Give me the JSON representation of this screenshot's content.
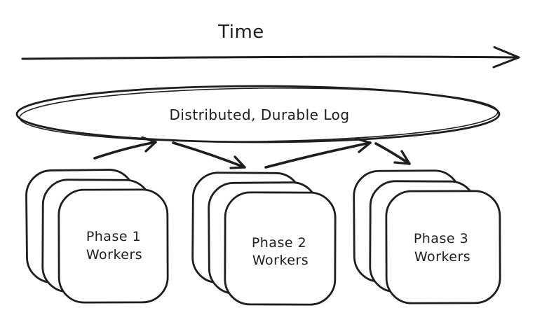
{
  "colors": {
    "background": "#ffffff",
    "ink": "#1e1e1e"
  },
  "timeline": {
    "label": "Time"
  },
  "log": {
    "label": "Distributed, Durable Log"
  },
  "workers": [
    {
      "name": "phase-1-workers",
      "line1": "Phase 1",
      "line2": "Workers",
      "stack_count": 3
    },
    {
      "name": "phase-2-workers",
      "line1": "Phase 2",
      "line2": "Workers",
      "stack_count": 3
    },
    {
      "name": "phase-3-workers",
      "line1": "Phase 3",
      "line2": "Workers",
      "stack_count": 3
    }
  ],
  "connections": [
    {
      "from": "phase-1-workers",
      "to": "distributed-durable-log"
    },
    {
      "from": "distributed-durable-log",
      "to": "phase-2-workers"
    },
    {
      "from": "phase-2-workers",
      "to": "distributed-durable-log"
    },
    {
      "from": "distributed-durable-log",
      "to": "phase-3-workers"
    }
  ]
}
